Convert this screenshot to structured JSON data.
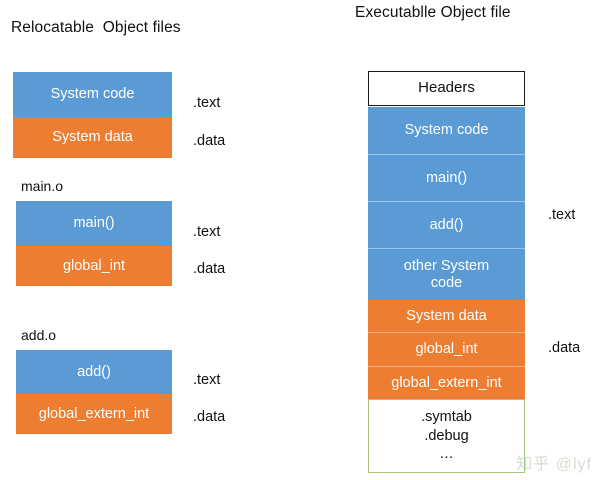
{
  "titles": {
    "left": "Relocatable  Object files",
    "right": "Executablle Object file"
  },
  "colors": {
    "code": "#5B9BD5",
    "data": "#ED7D31",
    "headers_border": "#1a1a1a",
    "symtab_border": "#A9C47F",
    "text_on_fill": "#FFFFFF",
    "page_text": "#111111",
    "watermark": "#D5DDD2"
  },
  "relocatable": {
    "files": [
      {
        "name": "",
        "segments": [
          {
            "label": "System code",
            "kind": "code",
            "annotation": ".text"
          },
          {
            "label": "System data",
            "kind": "data",
            "annotation": ".data"
          }
        ]
      },
      {
        "name": "main.o",
        "segments": [
          {
            "label": "main()",
            "kind": "code",
            "annotation": ".text"
          },
          {
            "label": "global_int",
            "kind": "data",
            "annotation": ".data"
          }
        ]
      },
      {
        "name": "add.o",
        "segments": [
          {
            "label": "add()",
            "kind": "code",
            "annotation": ".text"
          },
          {
            "label": "global_extern_int",
            "kind": "data",
            "annotation": ".data"
          }
        ]
      }
    ]
  },
  "executable": {
    "segments": [
      {
        "label": "Headers",
        "kind": "headers"
      },
      {
        "label": "System code",
        "kind": "code"
      },
      {
        "label": "main()",
        "kind": "code"
      },
      {
        "label": "add()",
        "kind": "code"
      },
      {
        "label": "other System\ncode",
        "kind": "code"
      },
      {
        "label": "System data",
        "kind": "data"
      },
      {
        "label": "global_int",
        "kind": "data"
      },
      {
        "label": "global_extern_int",
        "kind": "data"
      },
      {
        "label": ".symtab\n.debug\n…",
        "kind": "symtab"
      }
    ],
    "annotations": [
      {
        "label": ".text"
      },
      {
        "label": ".data"
      }
    ]
  },
  "watermark": {
    "text": "知乎 @lyf"
  }
}
